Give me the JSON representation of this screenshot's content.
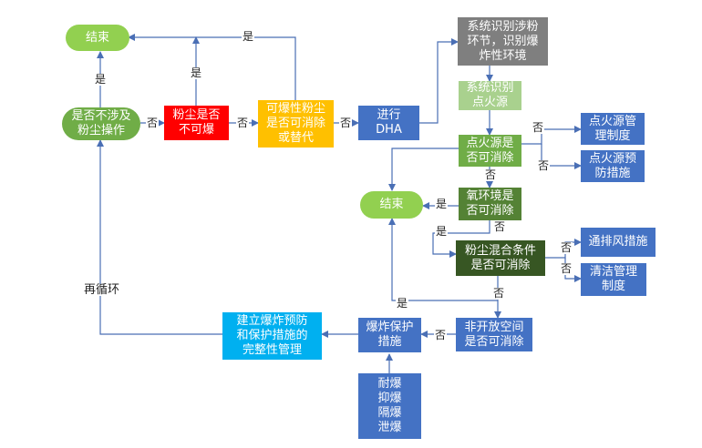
{
  "colors": {
    "green": "#92d050",
    "red": "#ff0000",
    "orange": "#ffc000",
    "blue": "#4472c4",
    "gray": "#7f7f7f",
    "light_green": "#a9d18e",
    "mid_green": "#70ad47",
    "dark_green_1": "#548235",
    "dark_green_2": "#375623",
    "cyan": "#00b0f0",
    "arrow": "#4a6fb5"
  },
  "nodes": {
    "end_top": "结束",
    "involves_dust": "是否不涉及\n粉尘操作",
    "dust_explosive": "粉尘是否\n不可爆",
    "replaceable": "可爆性粉尘\n是否可消除\n或替代",
    "dha": "进行\nDHA",
    "identify_links": "系统识别涉粉\n环节，识别爆\n炸性环境",
    "identify_ignition": "系统识别\n点火源",
    "ignition_removable": "点火源是\n否可消除",
    "ignition_mgmt": "点火源管\n理制度",
    "ignition_prevent": "点火源预\n防措施",
    "end_mid": "结束",
    "oxygen_removable": "氧环境是\n否可消除",
    "mix_removable": "粉尘混合条件\n是否可消除",
    "ventilation": "通排风措施",
    "cleaning": "清洁管理\n制度",
    "non_open": "非开放空间\n是否可消除",
    "protection": "爆炸保护\n措施",
    "measures": "耐爆\n抑爆\n隔爆\n泄爆",
    "integrity": "建立爆炸预防\n和保护措施的\n完整性管理"
  },
  "labels": {
    "yes_top": "是",
    "yes_dust": "是",
    "yes_involves": "是",
    "no_involves": "否",
    "no_dust": "否",
    "no_replace": "否",
    "no_ign_1": "否",
    "no_ign_2": "否",
    "no_ign_down": "否",
    "yes_oxygen": "是",
    "yes_oxygen_2": "是",
    "no_oxygen": "否",
    "no_mix_1": "否",
    "no_mix_2": "否",
    "no_mix_down": "否",
    "yes_mix": "是",
    "no_nonopen": "否",
    "recycle": "再循环"
  }
}
